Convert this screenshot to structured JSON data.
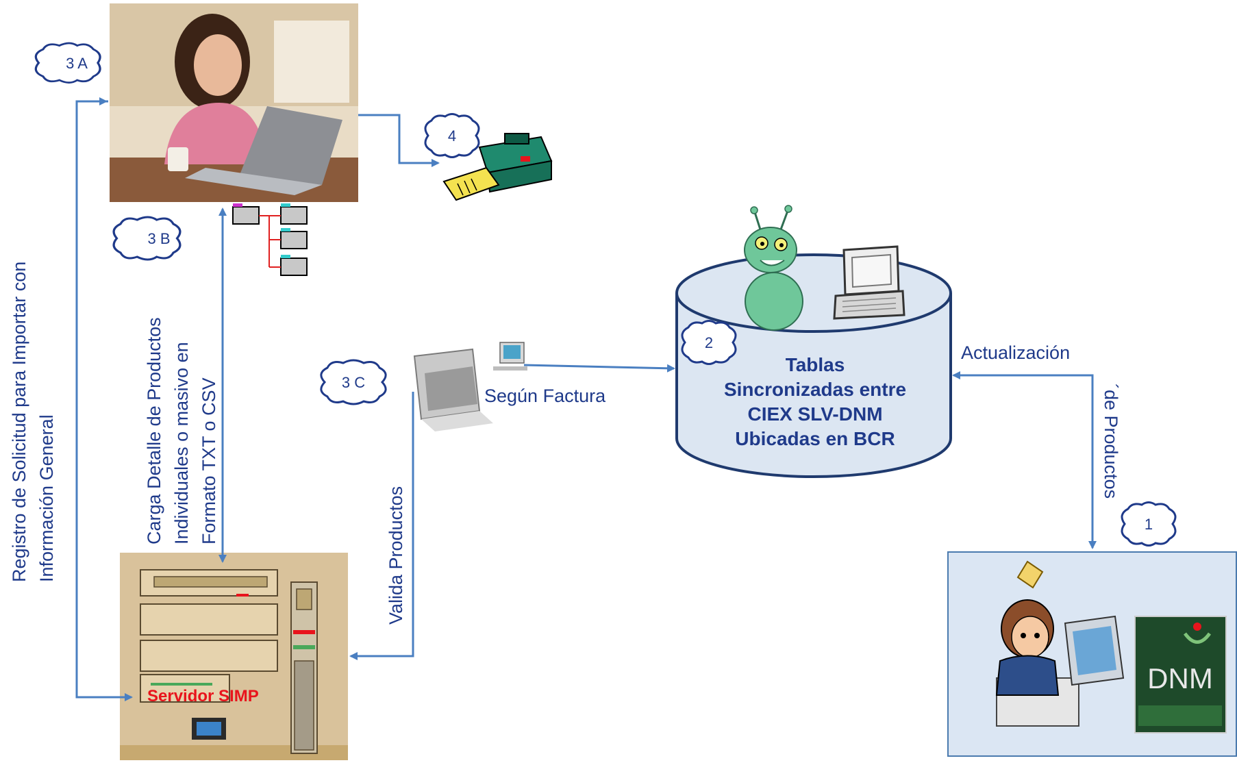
{
  "badges": {
    "b3a": "3 A",
    "b3b": "3 B",
    "b3c": "3 C",
    "b4": "4",
    "b2": "2",
    "b1": "1"
  },
  "labels": {
    "registro_line1": "Registro de Solicitud para  Importar con",
    "registro_line2": "Información General",
    "carga_line1": "Carga Detalle de Productos",
    "carga_line2": "Individuales o masivo en",
    "carga_line3": "Formato TXT o  CSV",
    "valida": "Valida Productos",
    "segun_factura": "Según Factura",
    "actualizacion": "Actualización",
    "de_productos": "´de Productos",
    "servidor": "Servidor SIMP"
  },
  "database": {
    "line1": "Tablas",
    "line2": "Sincronizadas entre",
    "line3": "CIEX SLV-DNM",
    "line4": "Ubicadas en BCR"
  },
  "dnm_logo": "DNM",
  "colors": {
    "arrow": "#4a7fc1",
    "text": "#1f3a8a",
    "db_fill": "#dce6f2",
    "db_stroke": "#1f3a6e",
    "server_label": "#e8141c"
  }
}
